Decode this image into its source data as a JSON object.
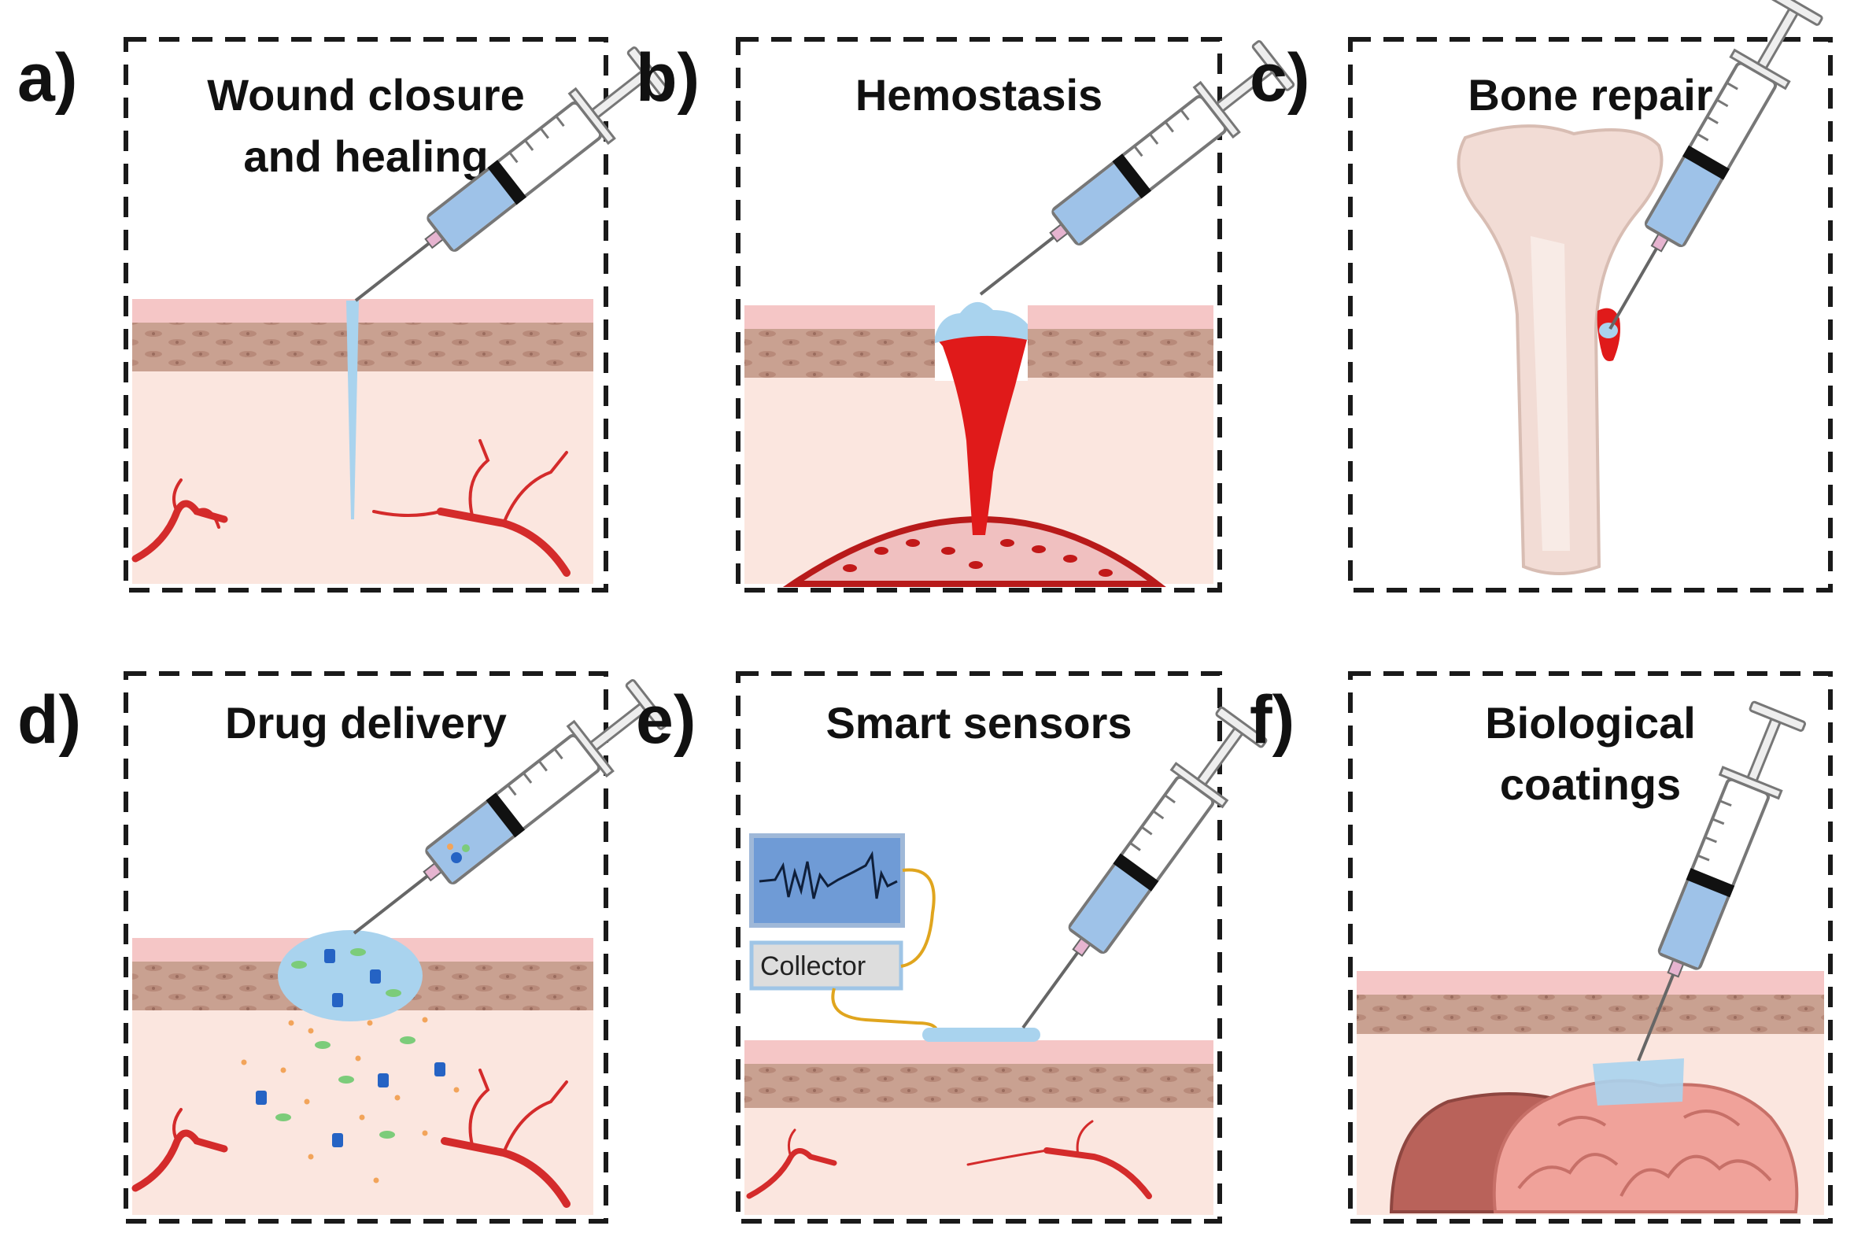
{
  "panels": [
    {
      "letter": "a)",
      "title_lines": [
        "Wound closure",
        "and healing"
      ]
    },
    {
      "letter": "b)",
      "title_lines": [
        "Hemostasis"
      ]
    },
    {
      "letter": "c)",
      "title_lines": [
        "Bone repair"
      ]
    },
    {
      "letter": "d)",
      "title_lines": [
        "Drug delivery"
      ]
    },
    {
      "letter": "e)",
      "title_lines": [
        "Smart sensors"
      ]
    },
    {
      "letter": "f)",
      "title_lines": [
        "Biological",
        "coatings"
      ]
    }
  ],
  "sensor": {
    "collector_label": "Collector"
  },
  "colors": {
    "skin_top": "#f5c6c6",
    "dermis": "#c9a191",
    "tissue": "#fbe6df",
    "vessel": "#d42b2b",
    "blood": "#e01a1a",
    "gel": "#a9d3ee",
    "syringe_liquid": "#9ec2e8",
    "bone": "#f2dcd5",
    "monitor": "#6f9bd6",
    "wire": "#e0a51e",
    "brain": "#f0a29a",
    "liver": "#b9625a"
  }
}
